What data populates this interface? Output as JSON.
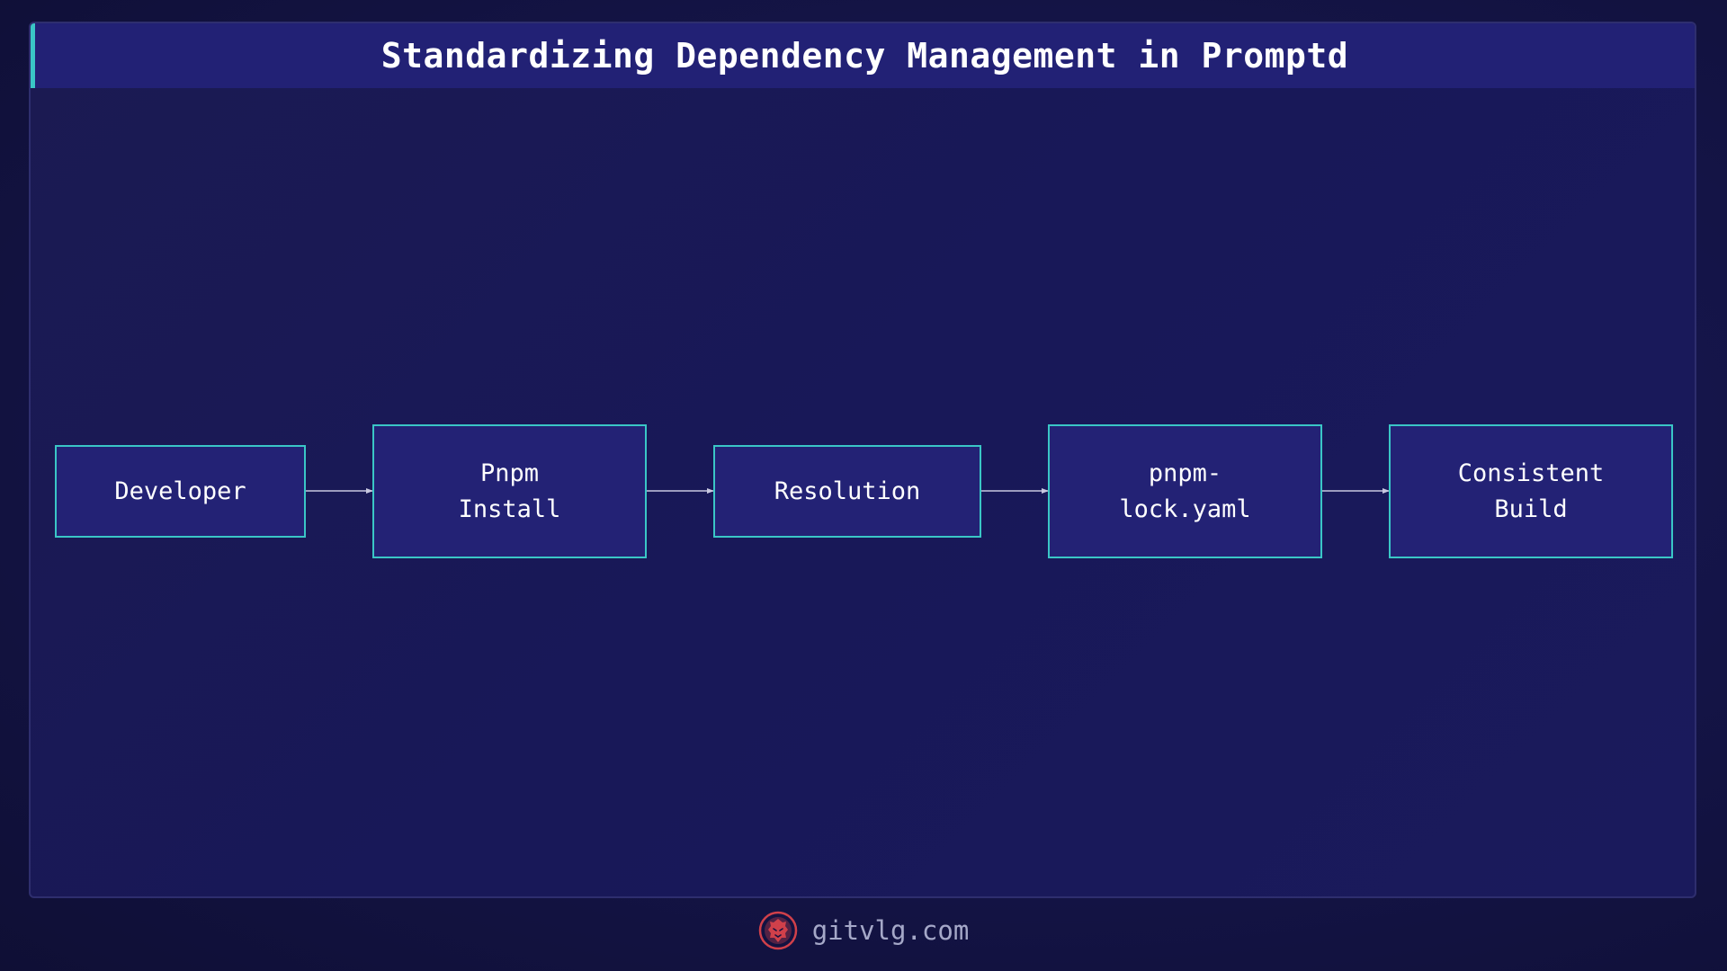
{
  "title": "Standardizing Dependency Management in Promptd",
  "diagram": {
    "nodes": [
      {
        "id": "n1",
        "label": "Developer"
      },
      {
        "id": "n2",
        "label": "Pnpm\nInstall"
      },
      {
        "id": "n3",
        "label": "Resolution"
      },
      {
        "id": "n4",
        "label": "pnpm-\nlock.yaml"
      },
      {
        "id": "n5",
        "label": "Consistent\nBuild"
      }
    ],
    "edges": [
      {
        "from": "n1",
        "to": "n2"
      },
      {
        "from": "n2",
        "to": "n3"
      },
      {
        "from": "n3",
        "to": "n4"
      },
      {
        "from": "n4",
        "to": "n5"
      }
    ]
  },
  "footer": {
    "site": "gitvlg.com",
    "logo_icon": "lion-logo-icon"
  },
  "colors": {
    "background": "#121239",
    "panel": "#1a1a55",
    "title_bar": "#222175",
    "node_fill": "#232275",
    "node_border": "#3ac6c6",
    "edge": "#c8c8e0",
    "logo": "#d0404a"
  }
}
